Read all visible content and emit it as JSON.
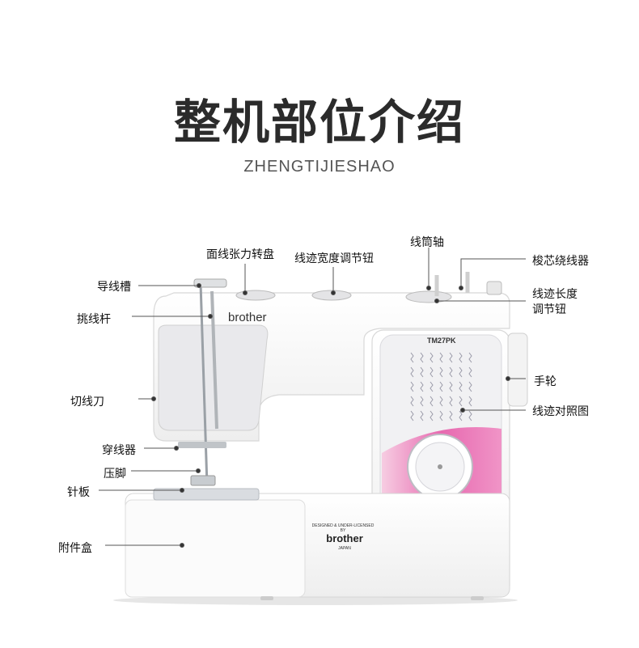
{
  "title": "整机部位介绍",
  "subtitle": "ZHENGTIJIESHAO",
  "brand": "brother",
  "model": "TM27PK",
  "badge": {
    "line1": "DESIGNED & UNDER-LICENSED",
    "line2": "BY",
    "brand": "brother",
    "line3": "JAPAN"
  },
  "labels": {
    "thread_guide": "导线槽",
    "take_up_lever": "挑线杆",
    "thread_cutter": "切线刀",
    "needle_threader": "穿线器",
    "presser_foot": "压脚",
    "needle_plate": "针板",
    "accessory_box": "附件盒",
    "tension_dial": "面线张力转盘",
    "width_dial": "线迹宽度调节钮",
    "spool_pin": "线筒轴",
    "bobbin_winder": "梭芯绕线器",
    "length_dial_1": "线迹长度",
    "length_dial_2": "调节钮",
    "handwheel": "手轮",
    "stitch_chart": "线迹对照图"
  },
  "colors": {
    "machine_body": "#f7f7f7",
    "panel": "#f1f1f3",
    "pink": "#e65aa8",
    "leader": "#444444"
  }
}
